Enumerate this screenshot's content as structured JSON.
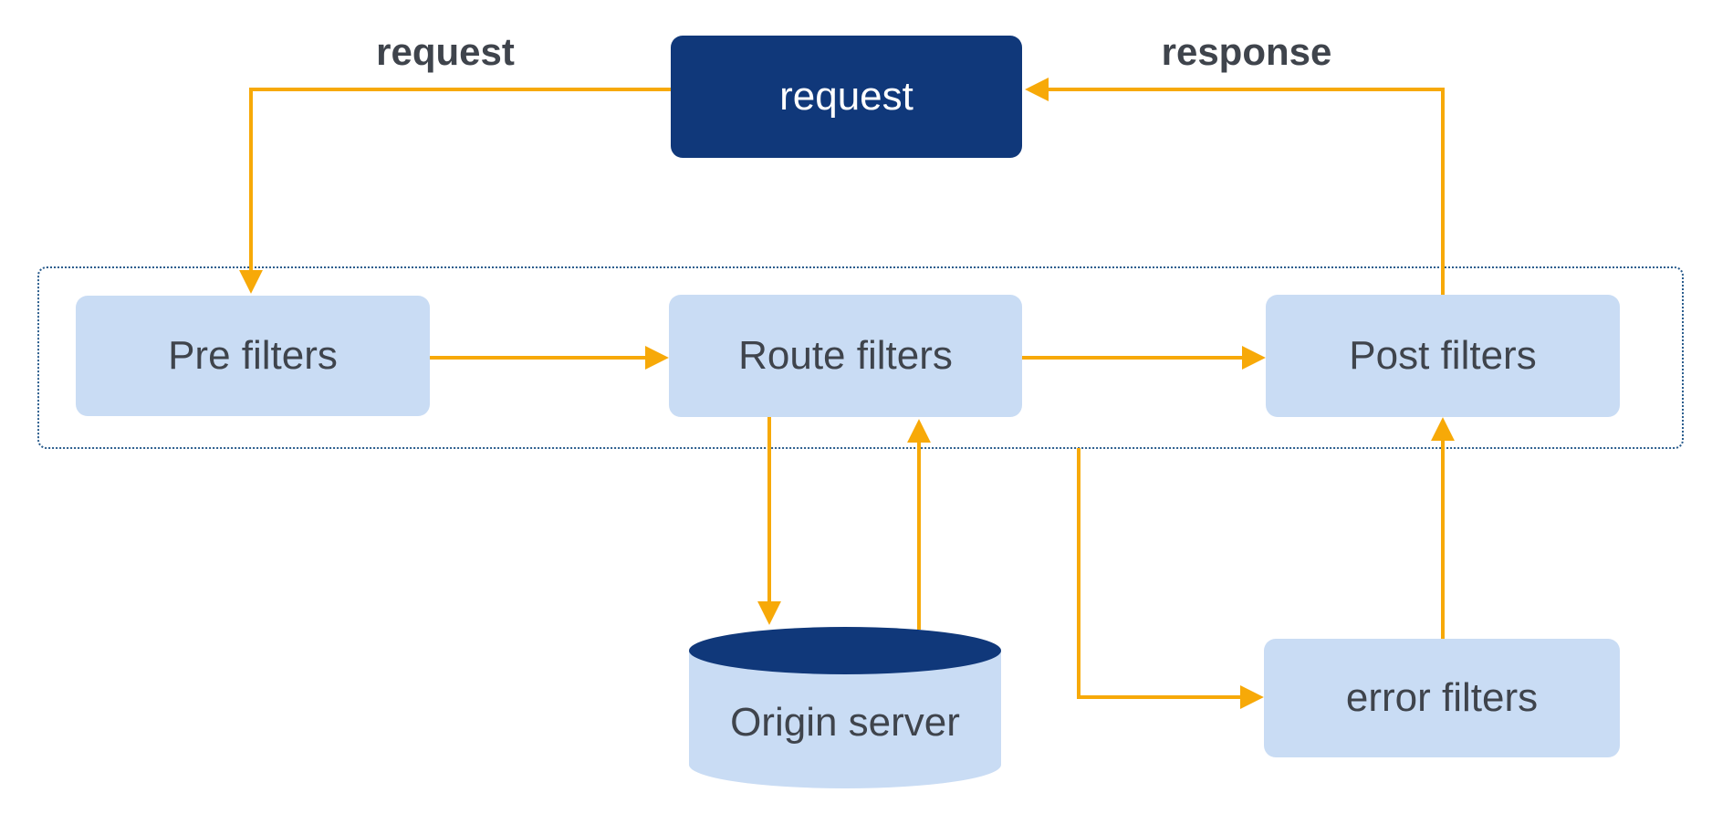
{
  "diagram": {
    "edge_labels": {
      "request": "request",
      "response": "response"
    },
    "nodes": {
      "request": {
        "label": "request"
      },
      "pre_filters": {
        "label": "Pre filters"
      },
      "route_filters": {
        "label": "Route filters"
      },
      "post_filters": {
        "label": "Post filters"
      },
      "origin_server": {
        "label": "Origin server"
      },
      "error_filters": {
        "label": "error filters"
      }
    },
    "edges": [
      {
        "from": "request",
        "to": "pre_filters",
        "label": "request"
      },
      {
        "from": "pre_filters",
        "to": "route_filters",
        "label": ""
      },
      {
        "from": "route_filters",
        "to": "post_filters",
        "label": ""
      },
      {
        "from": "route_filters",
        "to": "origin_server",
        "label": ""
      },
      {
        "from": "origin_server",
        "to": "route_filters",
        "label": ""
      },
      {
        "from": "filter_chain",
        "to": "error_filters",
        "label": ""
      },
      {
        "from": "error_filters",
        "to": "post_filters",
        "label": ""
      },
      {
        "from": "post_filters",
        "to": "request",
        "label": "response"
      }
    ],
    "colors": {
      "navy": "#10387a",
      "light_blue": "#c9dcf4",
      "arrow_orange": "#f7a908",
      "dotted_border": "#2b5d8d",
      "text_dark": "#3f444c",
      "text_light": "#ffffff"
    }
  }
}
